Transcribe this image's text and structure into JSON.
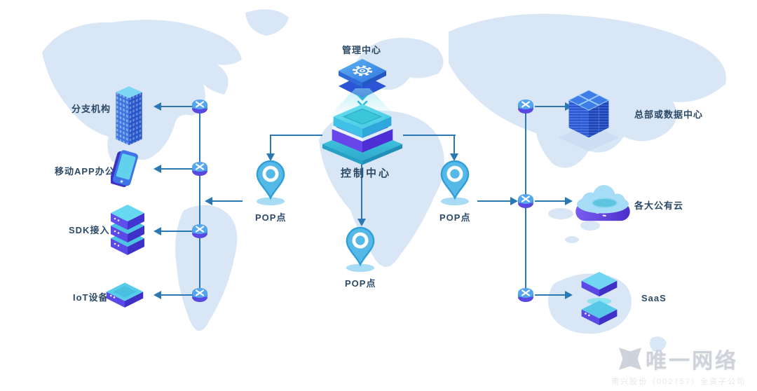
{
  "diagram": {
    "management_center": {
      "label": "管理中心"
    },
    "control_center": {
      "label": "控制中心"
    },
    "pop_points": [
      {
        "label": "POP点"
      },
      {
        "label": "POP点"
      },
      {
        "label": "POP点"
      }
    ],
    "left_endpoints": [
      {
        "label": "分支机构",
        "icon": "office-building-icon"
      },
      {
        "label": "移动APP办公",
        "icon": "smartphone-icon"
      },
      {
        "label": "SDK接入",
        "icon": "server-stack-icon"
      },
      {
        "label": "IoT设备",
        "icon": "iot-device-icon"
      }
    ],
    "right_endpoints": [
      {
        "label": "总部或数据中心",
        "icon": "datacenter-icon"
      },
      {
        "label": "各大公有云",
        "icon": "public-cloud-icon"
      },
      {
        "label": "SaaS",
        "icon": "saas-boxes-icon"
      }
    ],
    "watermark": {
      "brand": "唯一网络",
      "subtext": "南兴股份（002757）全资子公司"
    }
  },
  "colors": {
    "line": "#2a78b4",
    "text": "#2c4a66",
    "map": "#d9e6f6",
    "watermark": "#c9ced6",
    "teal": "#38c0da",
    "purple": "#6a4ae8",
    "blue": "#2f7de8",
    "pin": "#55b9e8"
  }
}
